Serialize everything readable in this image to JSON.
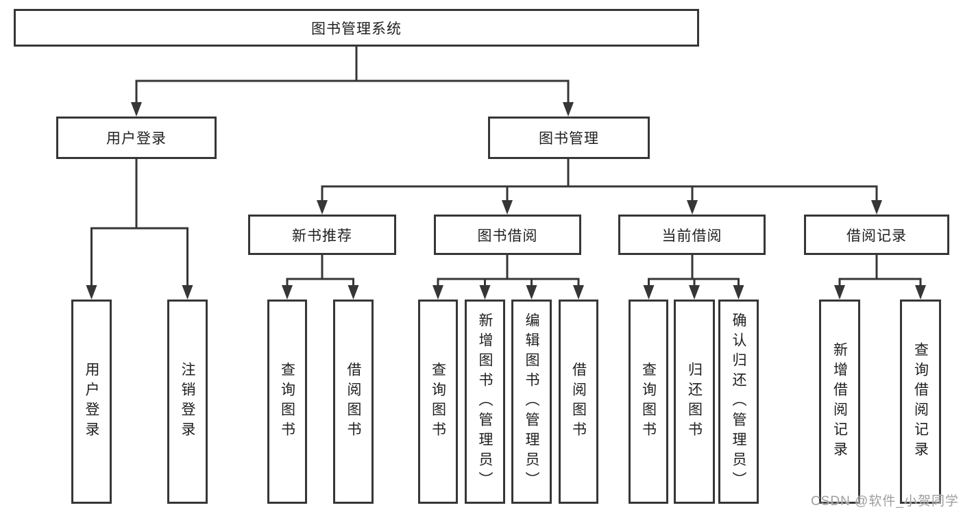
{
  "diagram": {
    "root": {
      "label": "图书管理系统"
    },
    "level2": [
      {
        "label": "用户登录"
      },
      {
        "label": "图书管理"
      }
    ],
    "level3": [
      {
        "label": "新书推荐"
      },
      {
        "label": "图书借阅"
      },
      {
        "label": "当前借阅"
      },
      {
        "label": "借阅记录"
      }
    ],
    "leaves": {
      "user_login": [
        {
          "label": "用户登录"
        },
        {
          "label": "注销登录"
        }
      ],
      "new_book_recommend": [
        {
          "label": "查询图书"
        },
        {
          "label": "借阅图书"
        }
      ],
      "book_borrow": [
        {
          "label": "查询图书"
        },
        {
          "label": "新增图书（管理员）"
        },
        {
          "label": "编辑图书（管理员）"
        },
        {
          "label": "借阅图书"
        }
      ],
      "current_borrow": [
        {
          "label": "查询图书"
        },
        {
          "label": "归还图书"
        },
        {
          "label": "确认归还（管理员）"
        }
      ],
      "borrow_records": [
        {
          "label": "新增借阅记录"
        },
        {
          "label": "查询借阅记录"
        }
      ]
    },
    "watermark": "CSDN @软件_小贺同学",
    "colors": {
      "line": "#363636",
      "text": "#1f1f1f",
      "watermark": "#9e9e9e",
      "background": "#ffffff"
    }
  }
}
